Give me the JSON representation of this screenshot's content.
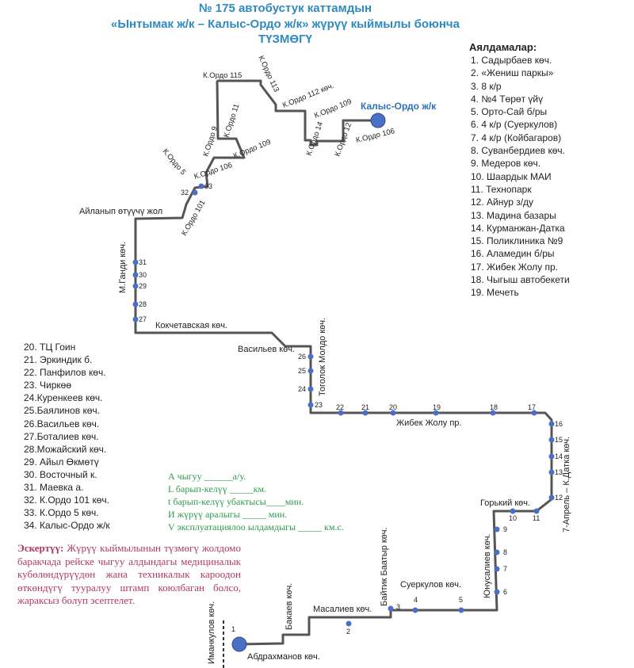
{
  "header": {
    "line1": "№ 175  автобустук каттамдын",
    "line2": "«Ынтымак ж/к  – Калыс-Ордо ж/к»  жүрүү кыймылы боюнча",
    "line3": "ТҮЗМӨГҮ"
  },
  "legend": {
    "title": "Аялдамалар:",
    "stops_right": [
      "1. Садырбаев көч.",
      "2. «Жениш паркы»",
      "3. 8 к/р",
      "4. №4 Төрөт үйү",
      "5. Орто-Сай б/ры",
      "6. 4 к/р (Суеркулов)",
      "7. 4 к/р (Койбагаров)",
      "8. Суванбердиев көч.",
      "9. Медеров көч.",
      "10. Шаардык МАИ",
      "11. Технопарк",
      "12. Айнур з/ду",
      "13. Мадина базары",
      "14. Курманжан-Датка",
      "15. Поликлиника №9",
      "16. Аламедин б/ры",
      "17. Жибек Жолу пр.",
      "18. Чыгыш автобекети",
      "19. Мечеть"
    ],
    "stops_left": [
      "20. ТЦ Гоин",
      "21.  Эркиндик б.",
      "22.  Панфилов көч.",
      "23.  Чиркөө",
      "24.Куренкеев көч.",
      "25.Баялинов көч.",
      "26.Васильев көч.",
      "27.Боталиев көч.",
      "28.Можайский көч.",
      "29.  Айыл Өкмөтү",
      "30.  Восточный к.",
      "31.  Маевка а.",
      "32. К.Ордо 101 көч.",
      "33. К.Ордо 5 көч.",
      "34. Калыс-Ордо ж/к"
    ]
  },
  "params": [
    "А чыгуу ______а/у.",
    "L барып-келүү _____км.",
    "t барып-келүү убактысы____мин.",
    "И жүрүү аралыгы _____  мин.",
    "V эксплуатациялоо ылдамдыгы _____ км.с."
  ],
  "note": {
    "label": "Эскертүү:",
    "text": " Жүрүү кыймылынын түзмөгү жолдомо баракчада рейске чыгуу алдындагы медициналык кубөлөндүрүүдөн жана техникалык кароодон өткөндүгү тууралуу штамп коюлбаган болсо, жараксыз болуп эсептелет."
  },
  "map": {
    "route_color": "#555555",
    "stop_color": "#4a6fc4",
    "terminal_color": "#2e6fb5",
    "terminal_north": "Калыс-Ордо ж/к",
    "streets": {
      "kordo115": "К.Ордо 115",
      "kordo113": "К.Ордо 113",
      "kordo112": "К.Ордо 112 көч.",
      "kordo109a": "К.Ордо 109",
      "kordo14": "К.Ордо 14",
      "kordo12": "К.Ордо 12",
      "kordo106a": "К.Ордо 106",
      "kordo11": "К.Ордо 11",
      "kordo109b": "К.Ордо 109",
      "kordo9": "К.Ордо 9",
      "kordo5": "К.Ордо 5",
      "kordo106b": "К.Ордо 106",
      "kordo101": "К.Ордо 101",
      "ring_road": "Айланып өтүүчү жол",
      "gandi": "М.Ганди көч.",
      "kokchetav": "Кокчетавская көч.",
      "vasiliev": "Васильев көч.",
      "togolok": "Тоголок Молдо  көч.",
      "jibek": "Жибек Жолу пр.",
      "apr_datka": "7-Апрель – К.Датка көч.",
      "gorky": "Горький көч.",
      "yunusaliev": "Юнусалиев көч.",
      "suerkulov": "Суеркулов көч.",
      "baitik": "Байтик Баатыр көч.",
      "masaliev": "Масалиев көч.",
      "bakaev": "Бакаев көч.",
      "imankulov": "Иманкулов көч.",
      "abdrakhmanov": "Абдрахманов көч."
    },
    "stop_numbers": [
      "1",
      "2",
      "3",
      "4",
      "5",
      "6",
      "7",
      "8",
      "9",
      "10",
      "11",
      "12",
      "13",
      "14",
      "15",
      "16",
      "17",
      "18",
      "19",
      "20",
      "21",
      "22",
      "23",
      "24",
      "25",
      "26",
      "27",
      "28",
      "29",
      "30",
      "31",
      "32",
      "33"
    ]
  }
}
